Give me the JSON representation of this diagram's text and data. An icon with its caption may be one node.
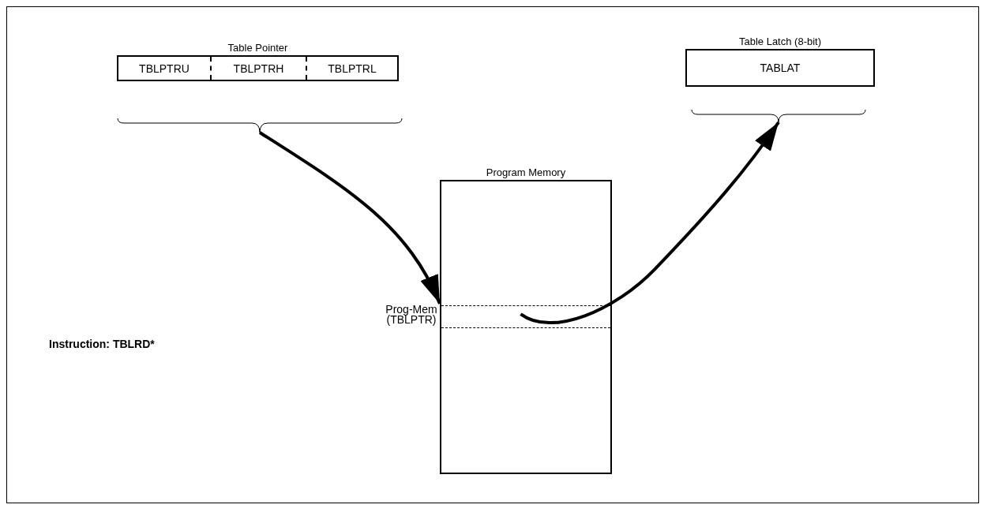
{
  "diagram": {
    "nodes": [
      {
        "text": [
          "Table Pointer"
        ]
      },
      {
        "text": [
          "TBLPTRU"
        ],
        "in": 0
      },
      {
        "text": [
          "TBLPTRH"
        ],
        "in": 0
      },
      {
        "text": [
          "TBLPTRL"
        ],
        "in": 0
      },
      {
        "text": [
          "Table Latch (8-bit)",
          "TABLAT"
        ]
      },
      {
        "text": [],
        "shape": "brace"
      },
      {
        "text": [],
        "shape": "brace"
      },
      {
        "text": [
          "Program Memory"
        ]
      },
      {
        "text": [],
        "shape": "band",
        "in": 7,
        "beside": [
          "Prog-Mem (TBLPTR)"
        ]
      }
    ],
    "edges": [
      {
        "from": 5,
        "to": 8,
        "arrow": "to"
      },
      {
        "from": 8,
        "to": 6,
        "arrow": "to"
      }
    ],
    "labels": [
      "Instruction: TBLRD*"
    ]
  }
}
